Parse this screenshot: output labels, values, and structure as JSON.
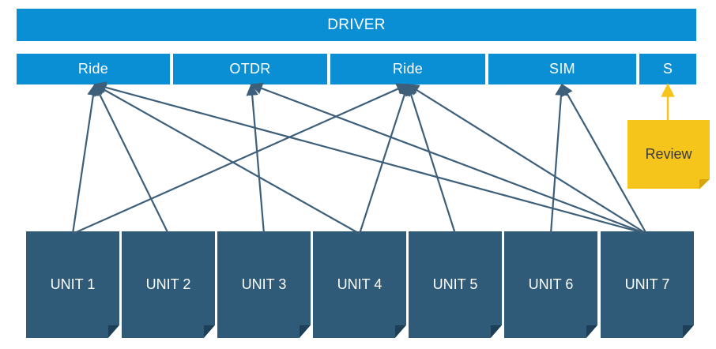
{
  "driver": {
    "label": "DRIVER"
  },
  "modules": [
    {
      "label": "Ride"
    },
    {
      "label": "OTDR"
    },
    {
      "label": "Ride"
    },
    {
      "label": "SIM"
    },
    {
      "label": "S"
    }
  ],
  "review": {
    "label": "Review"
  },
  "units": [
    {
      "label": "UNIT 1"
    },
    {
      "label": "UNIT 2"
    },
    {
      "label": "UNIT 3"
    },
    {
      "label": "UNIT 4"
    },
    {
      "label": "UNIT 5"
    },
    {
      "label": "UNIT 6"
    },
    {
      "label": "UNIT 7"
    }
  ],
  "connections": [
    {
      "from": "UNIT 1",
      "to": "Ride",
      "module_index": 0
    },
    {
      "from": "UNIT 1",
      "to": "Ride",
      "module_index": 2
    },
    {
      "from": "UNIT 2",
      "to": "Ride",
      "module_index": 0
    },
    {
      "from": "UNIT 3",
      "to": "OTDR",
      "module_index": 1
    },
    {
      "from": "UNIT 4",
      "to": "Ride",
      "module_index": 0
    },
    {
      "from": "UNIT 4",
      "to": "Ride",
      "module_index": 2
    },
    {
      "from": "UNIT 5",
      "to": "Ride",
      "module_index": 2
    },
    {
      "from": "UNIT 6",
      "to": "SIM",
      "module_index": 3
    },
    {
      "from": "UNIT 7",
      "to": "Ride",
      "module_index": 0
    },
    {
      "from": "UNIT 7",
      "to": "OTDR",
      "module_index": 1
    },
    {
      "from": "UNIT 7",
      "to": "Ride",
      "module_index": 2
    },
    {
      "from": "UNIT 7",
      "to": "SIM",
      "module_index": 3
    },
    {
      "from": "Review",
      "to": "S",
      "module_index": 4
    }
  ],
  "colors": {
    "bar": "#0b8fd4",
    "unit": "#2f5a78",
    "review": "#f5c51c",
    "arrow": "#3d5f7a",
    "review_arrow": "#f5c51c"
  }
}
